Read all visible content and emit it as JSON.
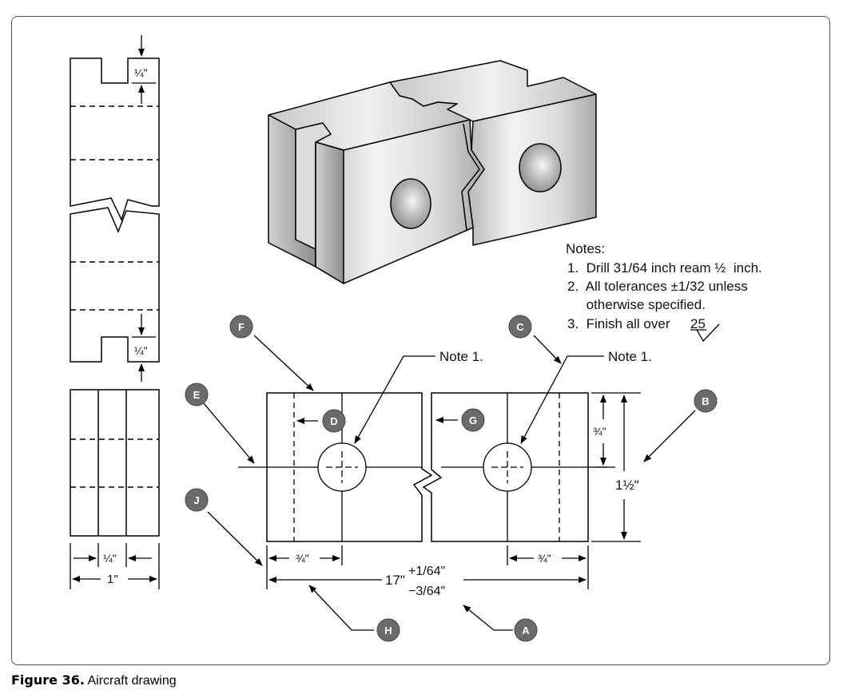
{
  "caption": {
    "figure": "Figure 36.",
    "title": "Aircraft drawing"
  },
  "notes": {
    "heading": "Notes:",
    "items": [
      "1.  Drill 31/64 inch ream ½  inch.",
      "2.  All tolerances ±1/32 unless",
      "     otherwise specified.",
      "3.  Finish all over"
    ],
    "finish_value": "25"
  },
  "callouts": {
    "note1_left": "Note 1.",
    "note1_right": "Note 1."
  },
  "dimensions": {
    "quarter_top": "¼\"",
    "quarter_mid": "¼\"",
    "quarter_bottom": "¼\"",
    "one_inch": "1\"",
    "three_quarter_right": "¾\"",
    "one_and_half": "1½\"",
    "three_quarter_left": "¾\"",
    "three_quarter_right_bottom": "¾\"",
    "length": "17\"",
    "tol_plus": "+1/64\"",
    "tol_minus": "−3/64\""
  },
  "labels": [
    "A",
    "B",
    "C",
    "D",
    "E",
    "F",
    "G",
    "H",
    "J"
  ]
}
